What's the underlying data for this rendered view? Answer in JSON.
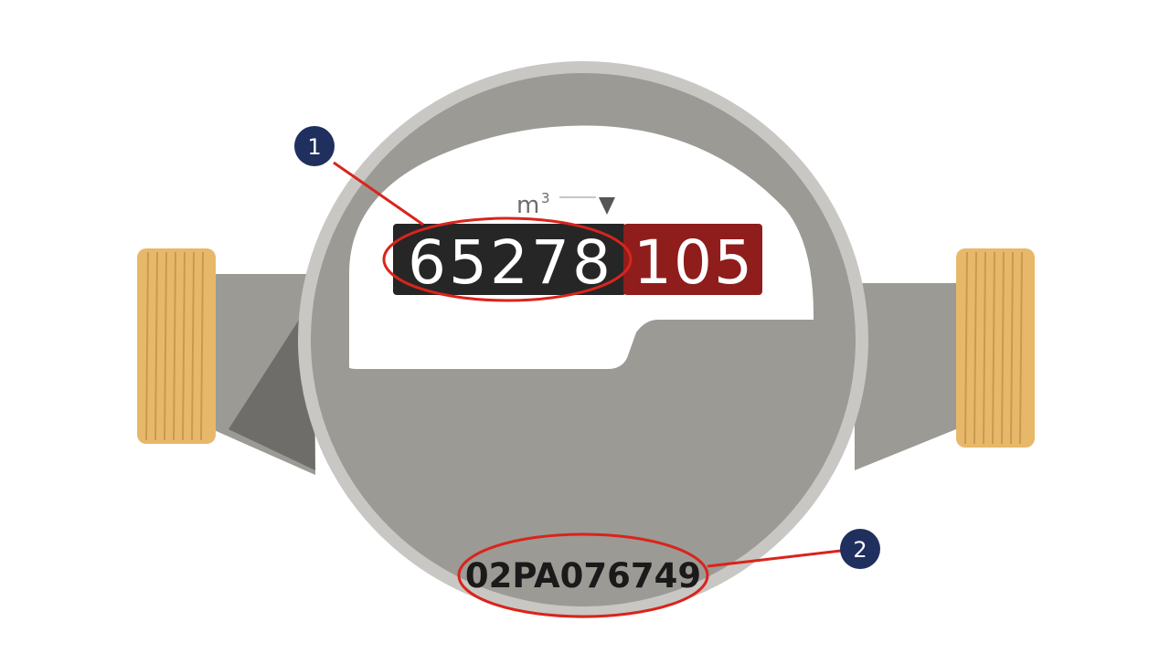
{
  "meter": {
    "unit": "m",
    "unit_exponent": "3",
    "reading_main": "65278",
    "reading_fraction": "105",
    "serial_number": "02PA076749"
  },
  "callouts": [
    {
      "number": "1"
    },
    {
      "number": "2"
    }
  ],
  "colors": {
    "body": "#9c9a95",
    "rim": "#c9c7c3",
    "shadow": "#6f6d69",
    "thread": "#e8b86a",
    "counter_black": "#262626",
    "counter_red": "#8e1d1c",
    "highlight": "#d9241c",
    "badge": "#1f2f5e"
  }
}
